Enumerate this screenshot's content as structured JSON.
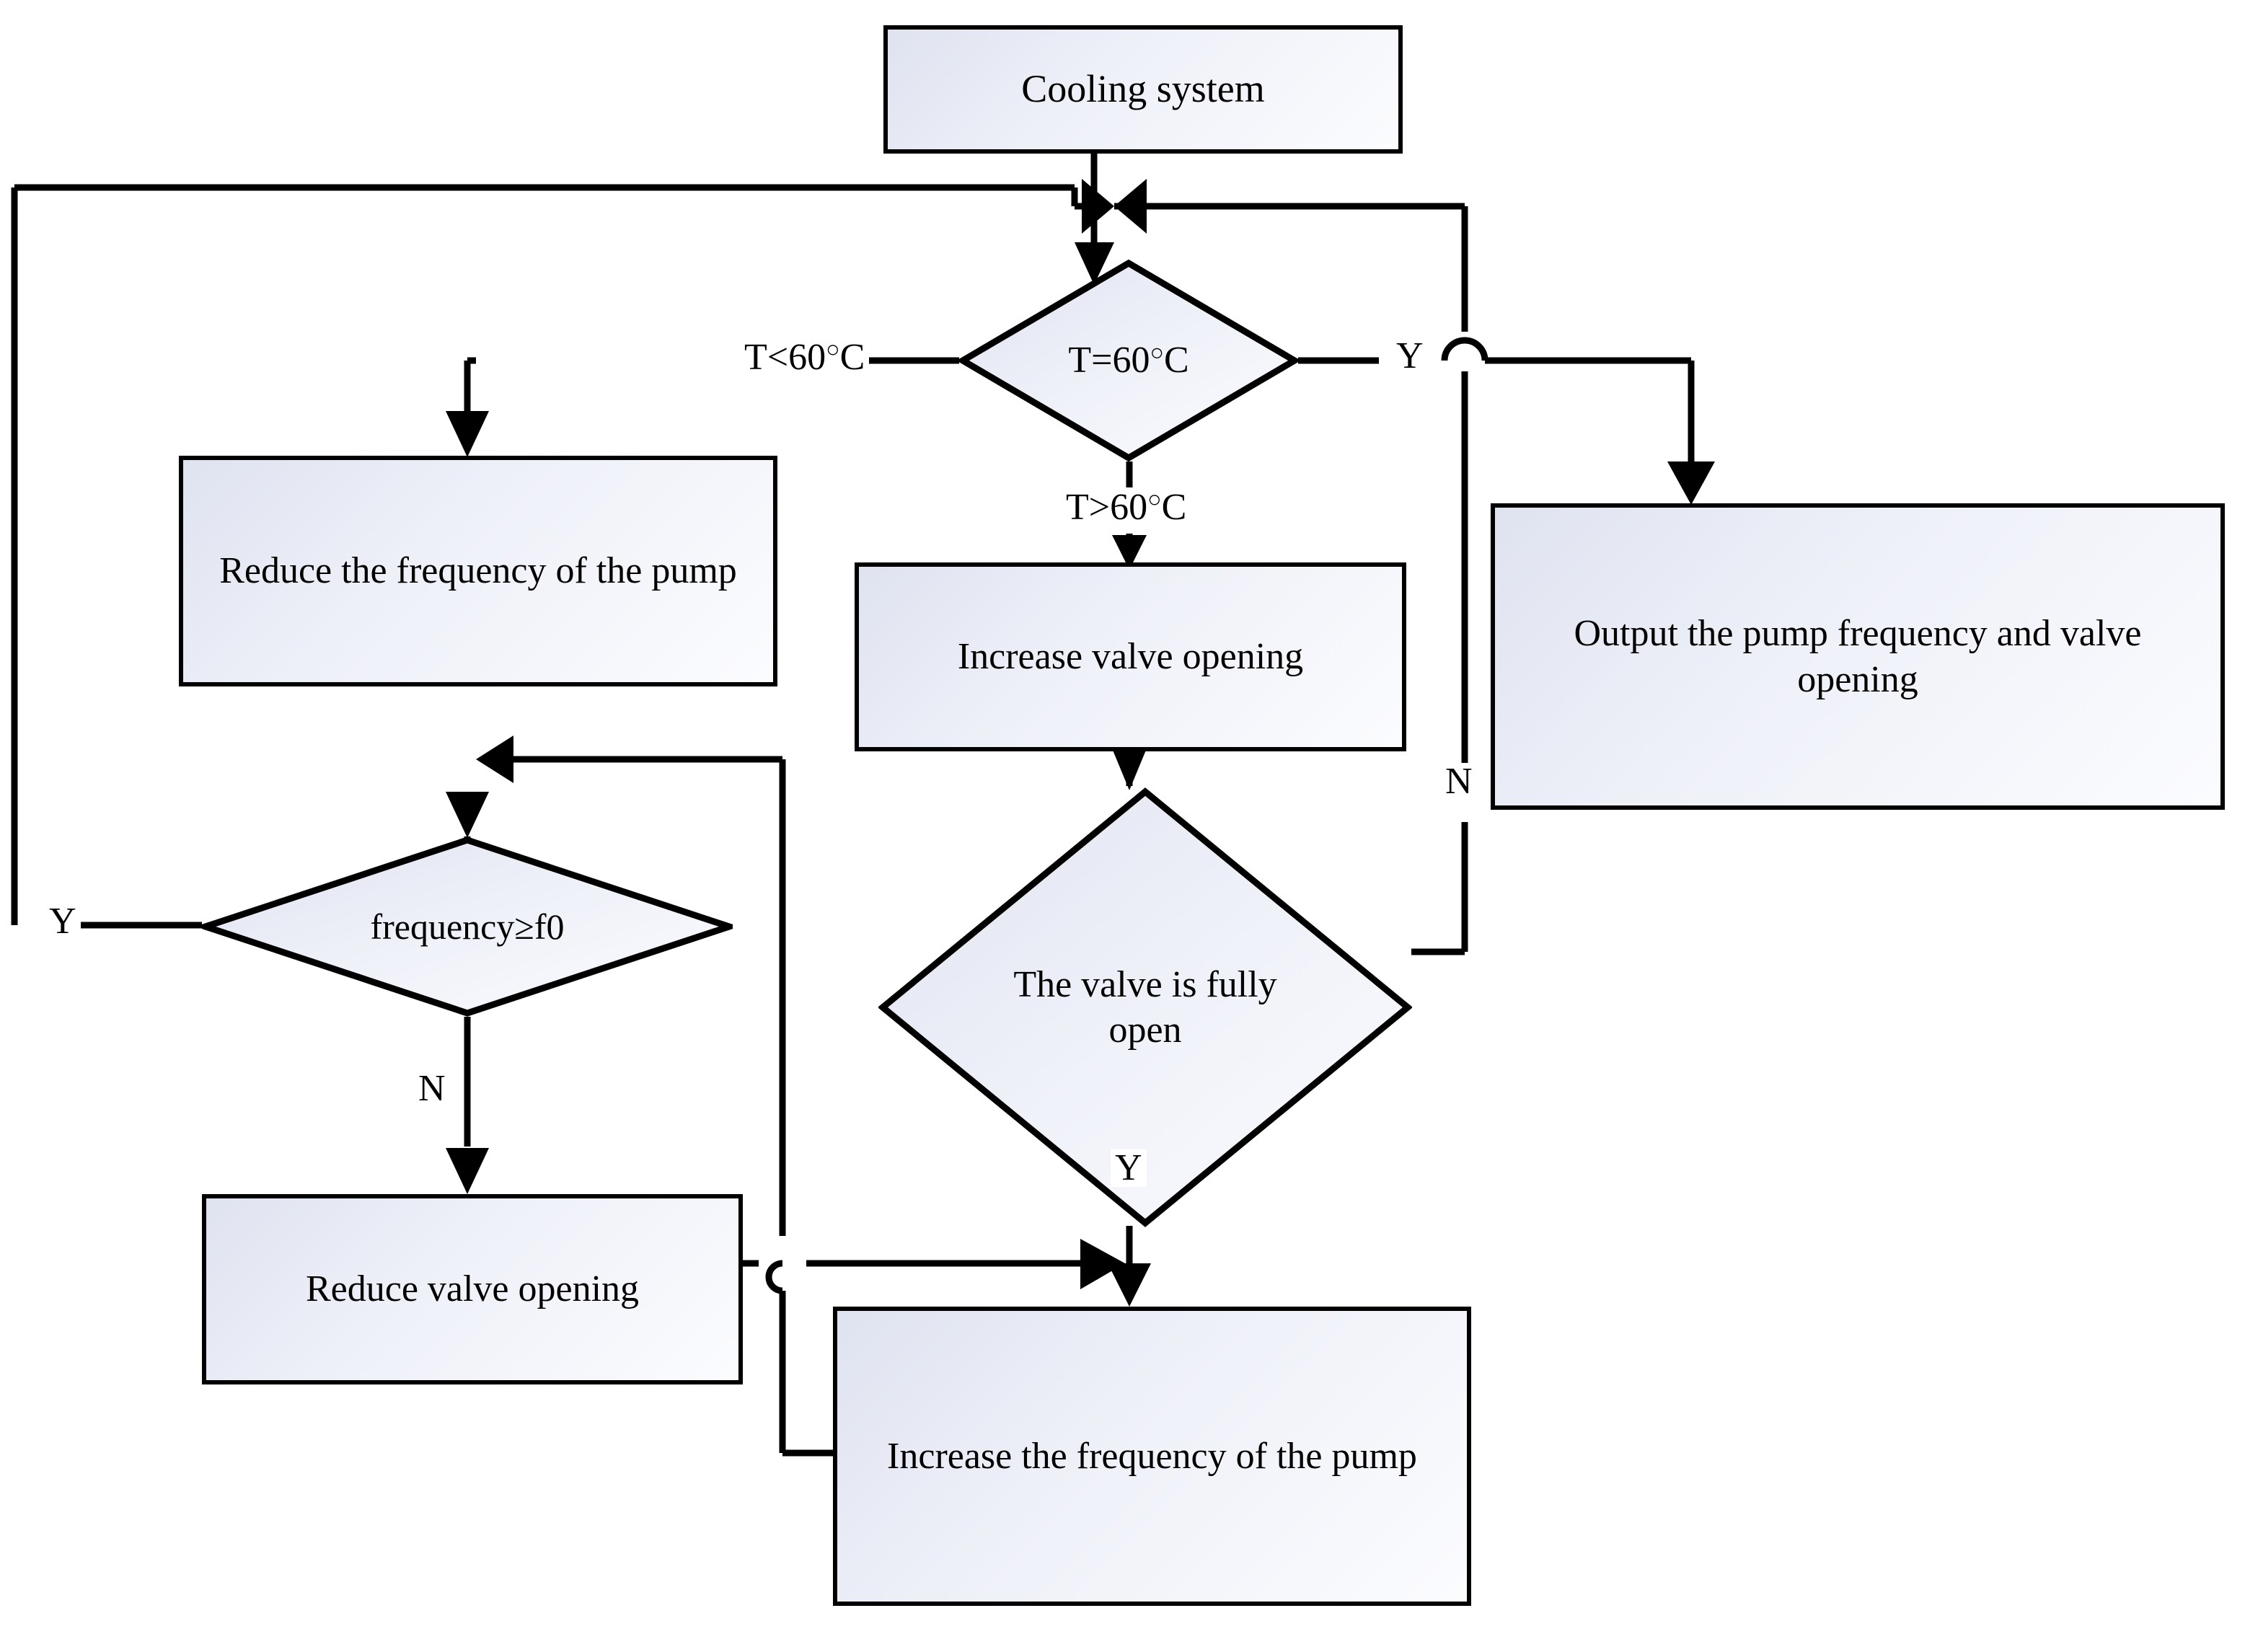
{
  "diagram": {
    "title": "Cooling system control flowchart",
    "colors": {
      "stroke": "#000000",
      "fill_light": "#fbfcfe",
      "fill_dark": "#dfe3f0",
      "background": "#ffffff"
    }
  },
  "nodes": {
    "start": {
      "id": "cooling-system",
      "shape": "process",
      "label": "Cooling system"
    },
    "temp_check": {
      "id": "temp-decision",
      "shape": "decision",
      "label_main": "T=60",
      "label_unit": "C",
      "label_full": "T=60°C"
    },
    "reduce_pump": {
      "id": "reduce-pump-frequency",
      "shape": "process",
      "label": "Reduce the frequency of the pump"
    },
    "freq_check": {
      "id": "frequency-decision",
      "shape": "decision",
      "label": "frequency≥f0"
    },
    "reduce_valve": {
      "id": "reduce-valve-opening",
      "shape": "process",
      "label": "Reduce valve opening"
    },
    "increase_valve": {
      "id": "increase-valve-opening",
      "shape": "process",
      "label": "Increase valve opening"
    },
    "valve_check": {
      "id": "valve-fully-open-decision",
      "shape": "decision",
      "label": "The valve is fully open"
    },
    "increase_pump": {
      "id": "increase-pump-frequency",
      "shape": "process",
      "label": "Increase the frequency of the pump"
    },
    "output": {
      "id": "output-values",
      "shape": "process",
      "label": "Output the pump frequency and valve opening"
    }
  },
  "edge_labels": {
    "t_less": {
      "main": "T<60",
      "unit": "C",
      "full": "T<60°C"
    },
    "t_greater": {
      "main": "T>60",
      "unit": "C",
      "full": "T>60°C"
    },
    "temp_yes": "Y",
    "freq_yes": "Y",
    "freq_no": "N",
    "valve_yes": "Y",
    "valve_no": "N"
  },
  "chart_data": {
    "type": "diagram",
    "subtype": "flowchart",
    "title": "Cooling system control flowchart",
    "nodes": [
      {
        "key": "start",
        "type": "process",
        "text": "Cooling system"
      },
      {
        "key": "temp_check",
        "type": "decision",
        "text": "T=60°C"
      },
      {
        "key": "reduce_pump",
        "type": "process",
        "text": "Reduce the frequency of the pump"
      },
      {
        "key": "freq_check",
        "type": "decision",
        "text": "frequency≥f0"
      },
      {
        "key": "reduce_valve",
        "type": "process",
        "text": "Reduce valve opening"
      },
      {
        "key": "increase_valve",
        "type": "process",
        "text": "Increase valve opening"
      },
      {
        "key": "valve_check",
        "type": "decision",
        "text": "The valve is fully open"
      },
      {
        "key": "increase_pump",
        "type": "process",
        "text": "Increase the frequency of the pump"
      },
      {
        "key": "output",
        "type": "process",
        "text": "Output the pump frequency and valve opening"
      }
    ],
    "edges": [
      {
        "from": "start",
        "to": "temp_check",
        "label": ""
      },
      {
        "from": "temp_check",
        "to": "reduce_pump",
        "label": "T<60°C"
      },
      {
        "from": "temp_check",
        "to": "increase_valve",
        "label": "T>60°C"
      },
      {
        "from": "temp_check",
        "to": "output",
        "label": "Y"
      },
      {
        "from": "reduce_pump",
        "to": "freq_check",
        "label": ""
      },
      {
        "from": "freq_check",
        "to": "start",
        "label": "Y"
      },
      {
        "from": "freq_check",
        "to": "reduce_valve",
        "label": "N"
      },
      {
        "from": "reduce_valve",
        "to": "increase_pump",
        "label": ""
      },
      {
        "from": "increase_valve",
        "to": "valve_check",
        "label": ""
      },
      {
        "from": "valve_check",
        "to": "increase_pump",
        "label": "Y"
      },
      {
        "from": "valve_check",
        "to": "start",
        "label": "N"
      },
      {
        "from": "increase_pump",
        "to": "freq_check",
        "label": ""
      }
    ]
  }
}
